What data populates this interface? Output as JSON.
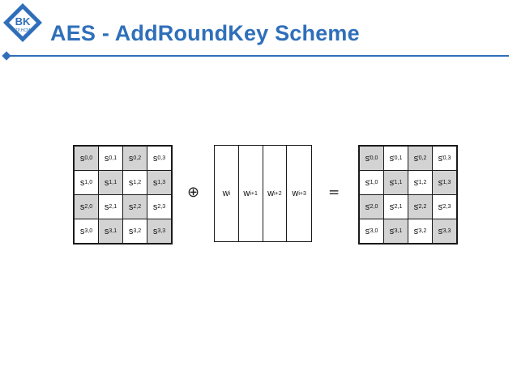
{
  "header": {
    "logo": {
      "text": "BK",
      "subtext": "TP.HCM"
    },
    "title": "AES - AddRoundKey Scheme",
    "accent_color": "#2f6fba"
  },
  "diagram": {
    "state_matrix": {
      "symbol": "s",
      "rows": [
        [
          {
            "sub": "0,0",
            "shaded": true
          },
          {
            "sub": "0,1",
            "shaded": false
          },
          {
            "sub": "0,2",
            "shaded": true
          },
          {
            "sub": "0,3",
            "shaded": false
          }
        ],
        [
          {
            "sub": "1,0",
            "shaded": false
          },
          {
            "sub": "1,1",
            "shaded": true
          },
          {
            "sub": "1,2",
            "shaded": false
          },
          {
            "sub": "1,3",
            "shaded": true
          }
        ],
        [
          {
            "sub": "2,0",
            "shaded": true
          },
          {
            "sub": "2,1",
            "shaded": false
          },
          {
            "sub": "2,2",
            "shaded": true
          },
          {
            "sub": "2,3",
            "shaded": false
          }
        ],
        [
          {
            "sub": "3,0",
            "shaded": false
          },
          {
            "sub": "3,1",
            "shaded": true
          },
          {
            "sub": "3,2",
            "shaded": false
          },
          {
            "sub": "3,3",
            "shaded": true
          }
        ]
      ]
    },
    "xor_symbol": "⊕",
    "round_key_words": [
      {
        "symbol": "w",
        "sub": "i"
      },
      {
        "symbol": "w",
        "sub": "i+1"
      },
      {
        "symbol": "w",
        "sub": "i+2"
      },
      {
        "symbol": "w",
        "sub": "i+3"
      }
    ],
    "equals_symbol": "=",
    "result_matrix": {
      "symbol": "s",
      "prime": "'",
      "rows": [
        [
          {
            "sub": "0,0",
            "shaded": true
          },
          {
            "sub": "0,1",
            "shaded": false
          },
          {
            "sub": "0,2",
            "shaded": true
          },
          {
            "sub": "0,3",
            "shaded": false
          }
        ],
        [
          {
            "sub": "1,0",
            "shaded": false
          },
          {
            "sub": "1,1",
            "shaded": true
          },
          {
            "sub": "1,2",
            "shaded": false
          },
          {
            "sub": "1,3",
            "shaded": true
          }
        ],
        [
          {
            "sub": "2,0",
            "shaded": true
          },
          {
            "sub": "2,1",
            "shaded": false
          },
          {
            "sub": "2,2",
            "shaded": true
          },
          {
            "sub": "2,3",
            "shaded": false
          }
        ],
        [
          {
            "sub": "3,0",
            "shaded": false
          },
          {
            "sub": "3,1",
            "shaded": true
          },
          {
            "sub": "3,2",
            "shaded": false
          },
          {
            "sub": "3,3",
            "shaded": true
          }
        ]
      ]
    }
  }
}
